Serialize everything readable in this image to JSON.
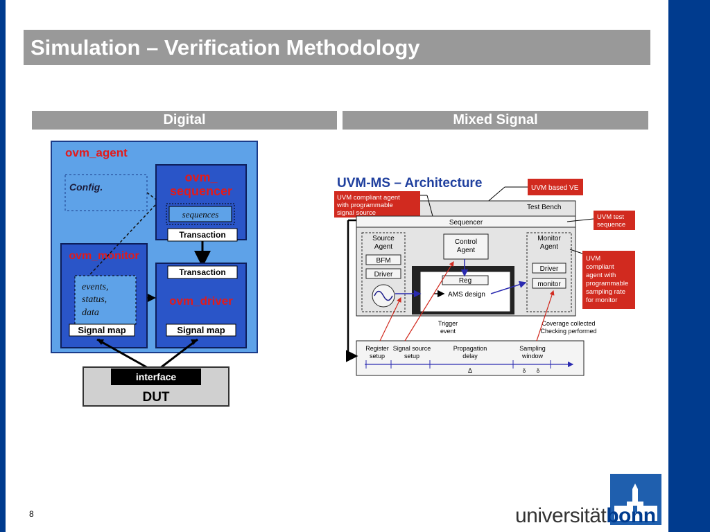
{
  "slide": {
    "title": "Simulation – Verification Methodology",
    "page_number": "8",
    "columns": {
      "left": "Digital",
      "right": "Mixed Signal"
    },
    "logo": {
      "text_plain": "universität",
      "text_bold": "bonn"
    }
  },
  "ovm": {
    "agent": "ovm_agent",
    "config": "Config.",
    "sequencer_line1": "ovm_",
    "sequencer_line2": "sequencer",
    "sequences": "sequences",
    "transaction_top": "Transaction",
    "transaction_bottom": "Transaction",
    "monitor": "ovm_monitor",
    "events_line1": "events,",
    "events_line2": "status,",
    "events_line3": "data",
    "driver": "ovm_driver",
    "signal_map_left": "Signal map",
    "signal_map_right": "Signal map",
    "interface": "interface",
    "dut": "DUT"
  },
  "uvm": {
    "title": "UVM-MS – Architecture",
    "callout_ve": "UVM based VE",
    "callout_agent_line1": "UVM compliant agent",
    "callout_agent_line2": "with programmable",
    "callout_agent_line3": "signal source",
    "test_bench": "Test Bench",
    "sequencer": "Sequencer",
    "callout_test_line1": "UVM test",
    "callout_test_line2": "sequence",
    "source_agent_line1": "Source",
    "source_agent_line2": "Agent",
    "control_agent_line1": "Control",
    "control_agent_line2": "Agent",
    "monitor_agent_line1": "Monitor",
    "monitor_agent_line2": "Agent",
    "bfm": "BFM",
    "driver_left": "Driver",
    "reg": "Reg",
    "ams_design": "AMS design",
    "driver_right": "Driver",
    "monitor": "monitor",
    "callout_monitor": [
      "UVM",
      "compliant",
      "agent with",
      "programmable",
      "sampling rate",
      "for monitor"
    ],
    "trigger_line1": "Trigger",
    "trigger_line2": "event",
    "coverage_line1": "Coverage collected",
    "coverage_line2": "Checking performed",
    "timeline_register_line1": "Register",
    "timeline_register_line2": "setup",
    "timeline_signal_line1": "Signal source",
    "timeline_signal_line2": "setup",
    "timeline_prop_line1": "Propagation",
    "timeline_prop_line2": "delay",
    "timeline_sampling_line1": "Sampling",
    "timeline_sampling_line2": "window",
    "delta_symbol": "Δ",
    "delta_small": "δ"
  },
  "colors": {
    "blue_bar": "#003b8e",
    "title_gray": "#999999",
    "ovm_light_blue": "#5ea2e8",
    "ovm_dark_blue": "#2a55c8",
    "ovm_red_text": "#e21b1b",
    "uvm_title_blue": "#1f3f9e",
    "callout_red": "#d12a1f"
  }
}
